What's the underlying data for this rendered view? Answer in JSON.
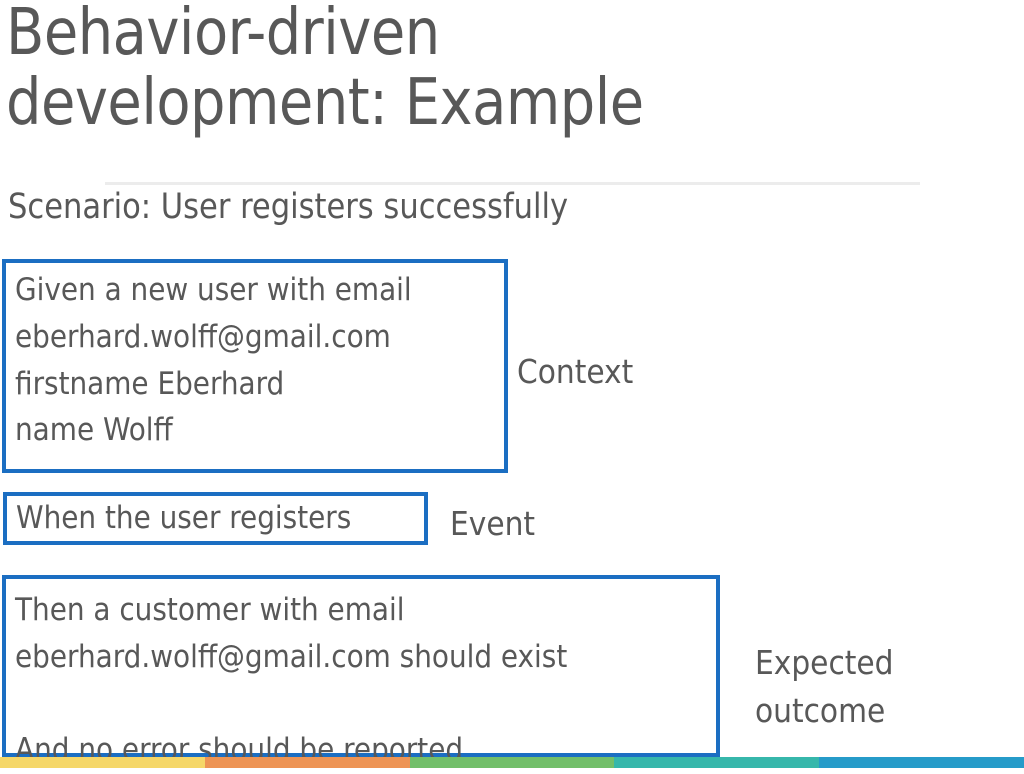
{
  "slide": {
    "title": "Behavior-driven\ndevelopment: Example",
    "scenario": "Scenario: User registers successfully",
    "text_color": "#585858",
    "box_border_color": "#1b6ec2",
    "divider_color": "#ececec"
  },
  "boxes": [
    {
      "id": "context",
      "text": "Given a new user with email\neberhard.wolff@gmail.com\nfirstname Eberhard\nname Wolff",
      "annotation": "Context"
    },
    {
      "id": "event",
      "text": "When the user registers",
      "annotation": "Event"
    },
    {
      "id": "outcome",
      "text": "Then a customer with email\neberhard.wolff@gmail.com should exist\n\nAnd no error should be reported",
      "annotation": "Expected\noutcome"
    }
  ],
  "colorbar": {
    "segments": [
      {
        "name": "yellow",
        "color": "#f5d769"
      },
      {
        "name": "orange",
        "color": "#ed9455"
      },
      {
        "name": "green",
        "color": "#72bf6a"
      },
      {
        "name": "teal",
        "color": "#36b7ab"
      },
      {
        "name": "blue",
        "color": "#269bc9"
      }
    ]
  }
}
